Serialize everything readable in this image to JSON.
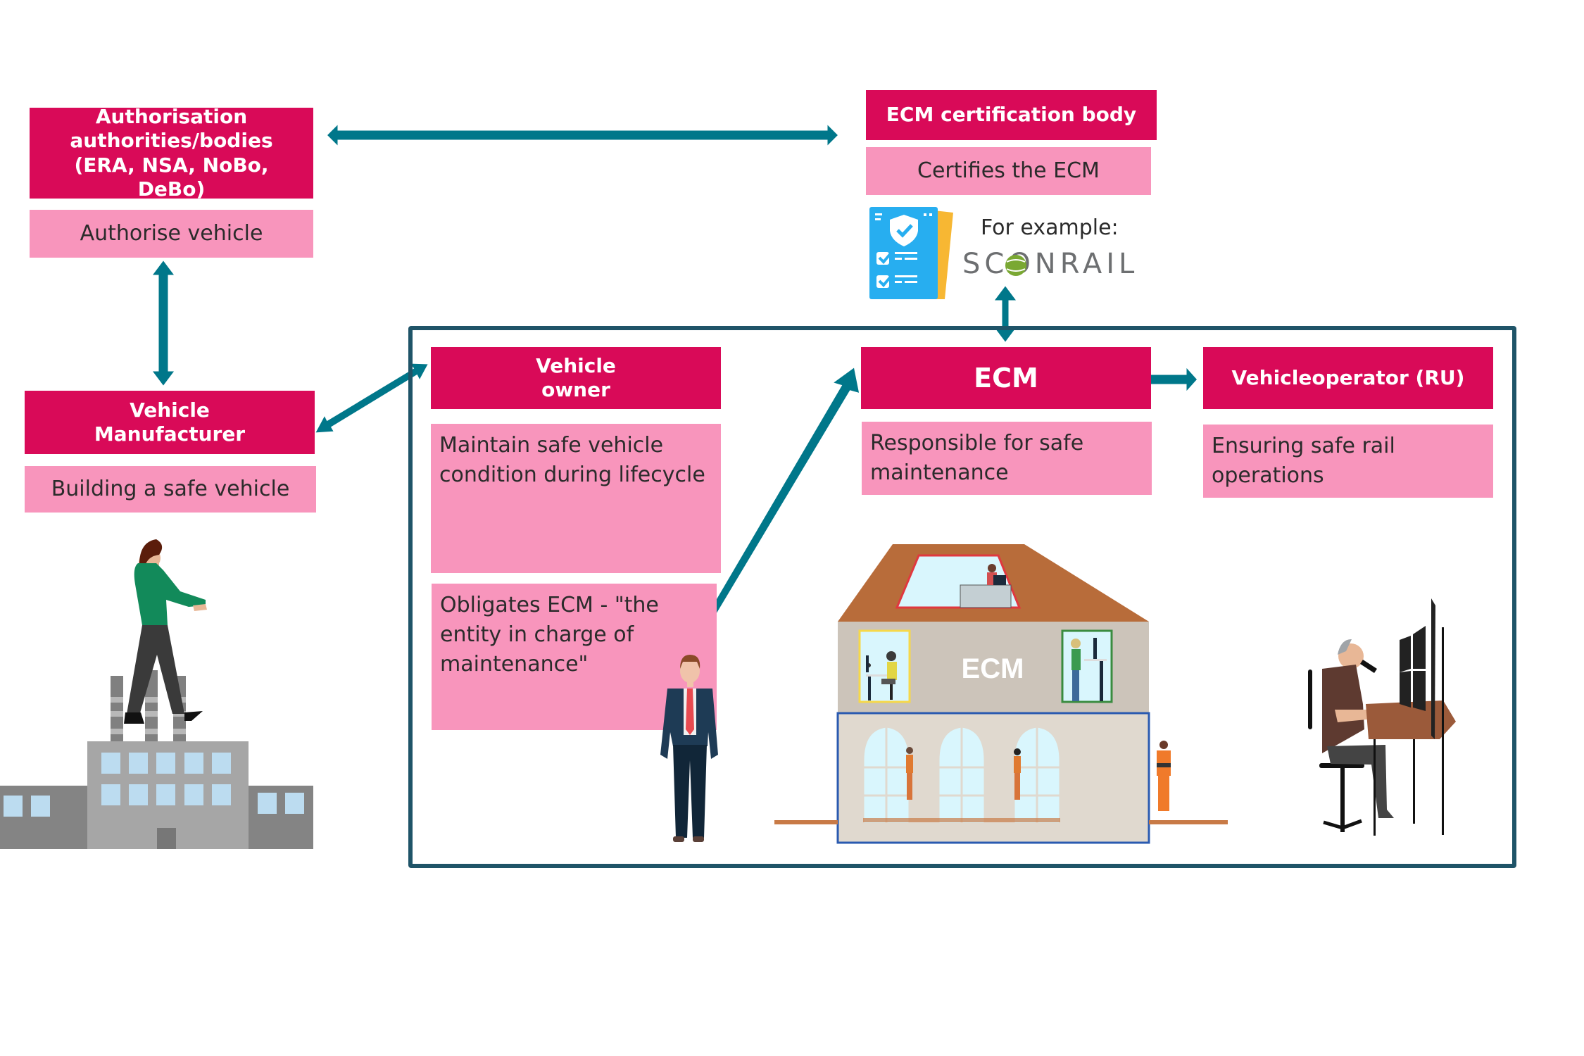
{
  "colors": {
    "header_bg": "#d90a58",
    "desc_bg": "#f895bc",
    "arrow": "#00778a",
    "frame": "#1f5468"
  },
  "authorisation": {
    "title": "Authorisation authorities/bodies (ERA, NSA, NoBo, DeBo)",
    "description": "Authorise vehicle"
  },
  "manufacturer": {
    "title": "Vehicle Manufacturer",
    "description": "Building a safe vehicle"
  },
  "certification_body": {
    "title": "ECM certification body",
    "description": "Certifies the ECM",
    "example_label": "For example:",
    "example_logo": "SCONRAIL"
  },
  "owner": {
    "title_line1": "Vehicle",
    "title_line2": "owner",
    "description": "Maintain safe vehicle condition during lifecycle",
    "obligation": "Obligates ECM - \"the entity in charge of maintenance\""
  },
  "ecm": {
    "title": "ECM",
    "description": "Responsible for safe maintenance",
    "building_label": "ECM"
  },
  "operator": {
    "title": "Vehicleoperator (RU)",
    "description": "Ensuring safe rail operations"
  },
  "icons": {
    "certificate": "certificate-checklist-icon",
    "arrows": "double-headed-arrow"
  }
}
